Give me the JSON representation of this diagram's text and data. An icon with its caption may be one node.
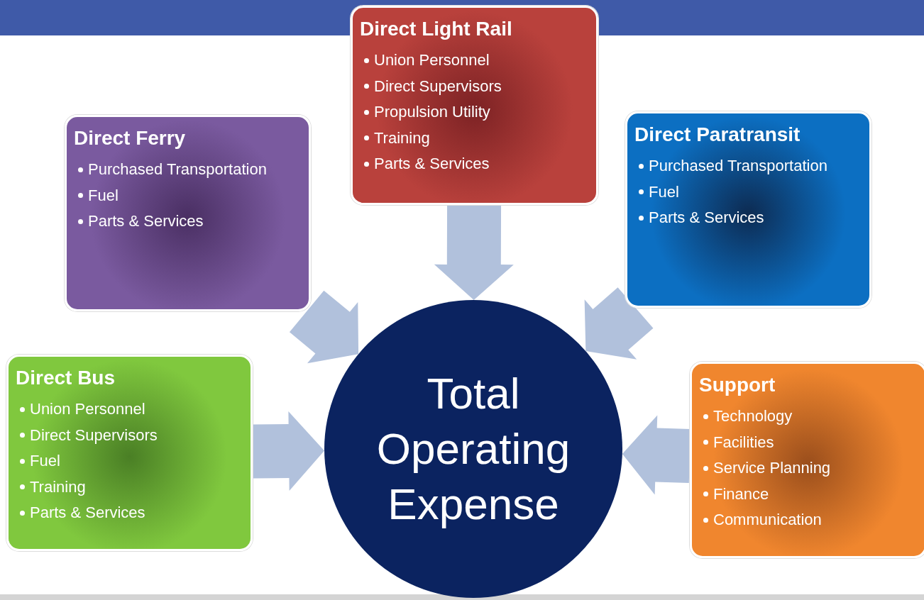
{
  "diagram": {
    "nodes": [
      {
        "text": [
          "Direct Light Rail",
          "Union Personnel",
          "Direct Supervisors",
          "Propulsion Utility",
          "Training",
          "Parts & Services"
        ]
      },
      {
        "text": [
          "Direct Ferry",
          "Purchased Transportation",
          "Fuel",
          "Parts & Services"
        ]
      },
      {
        "text": [
          "Direct Paratransit",
          "Purchased Transportation",
          "Fuel",
          "Parts & Services"
        ]
      },
      {
        "text": [
          "Direct Bus",
          "Union Personnel",
          "Direct Supervisors",
          "Fuel",
          "Training",
          "Parts & Services"
        ]
      },
      {
        "text": [
          "Support",
          "Technology",
          "Facilities",
          "Service Planning",
          "Finance",
          "Communication"
        ]
      },
      {
        "text": [
          "Total Operating Expense"
        ]
      }
    ],
    "edges": [
      {
        "from": 0,
        "to": 5,
        "arrow": "to"
      },
      {
        "from": 1,
        "to": 5,
        "arrow": "to"
      },
      {
        "from": 2,
        "to": 5,
        "arrow": "to"
      },
      {
        "from": 3,
        "to": 5,
        "arrow": "to"
      },
      {
        "from": 4,
        "to": 5,
        "arrow": "to"
      }
    ]
  }
}
